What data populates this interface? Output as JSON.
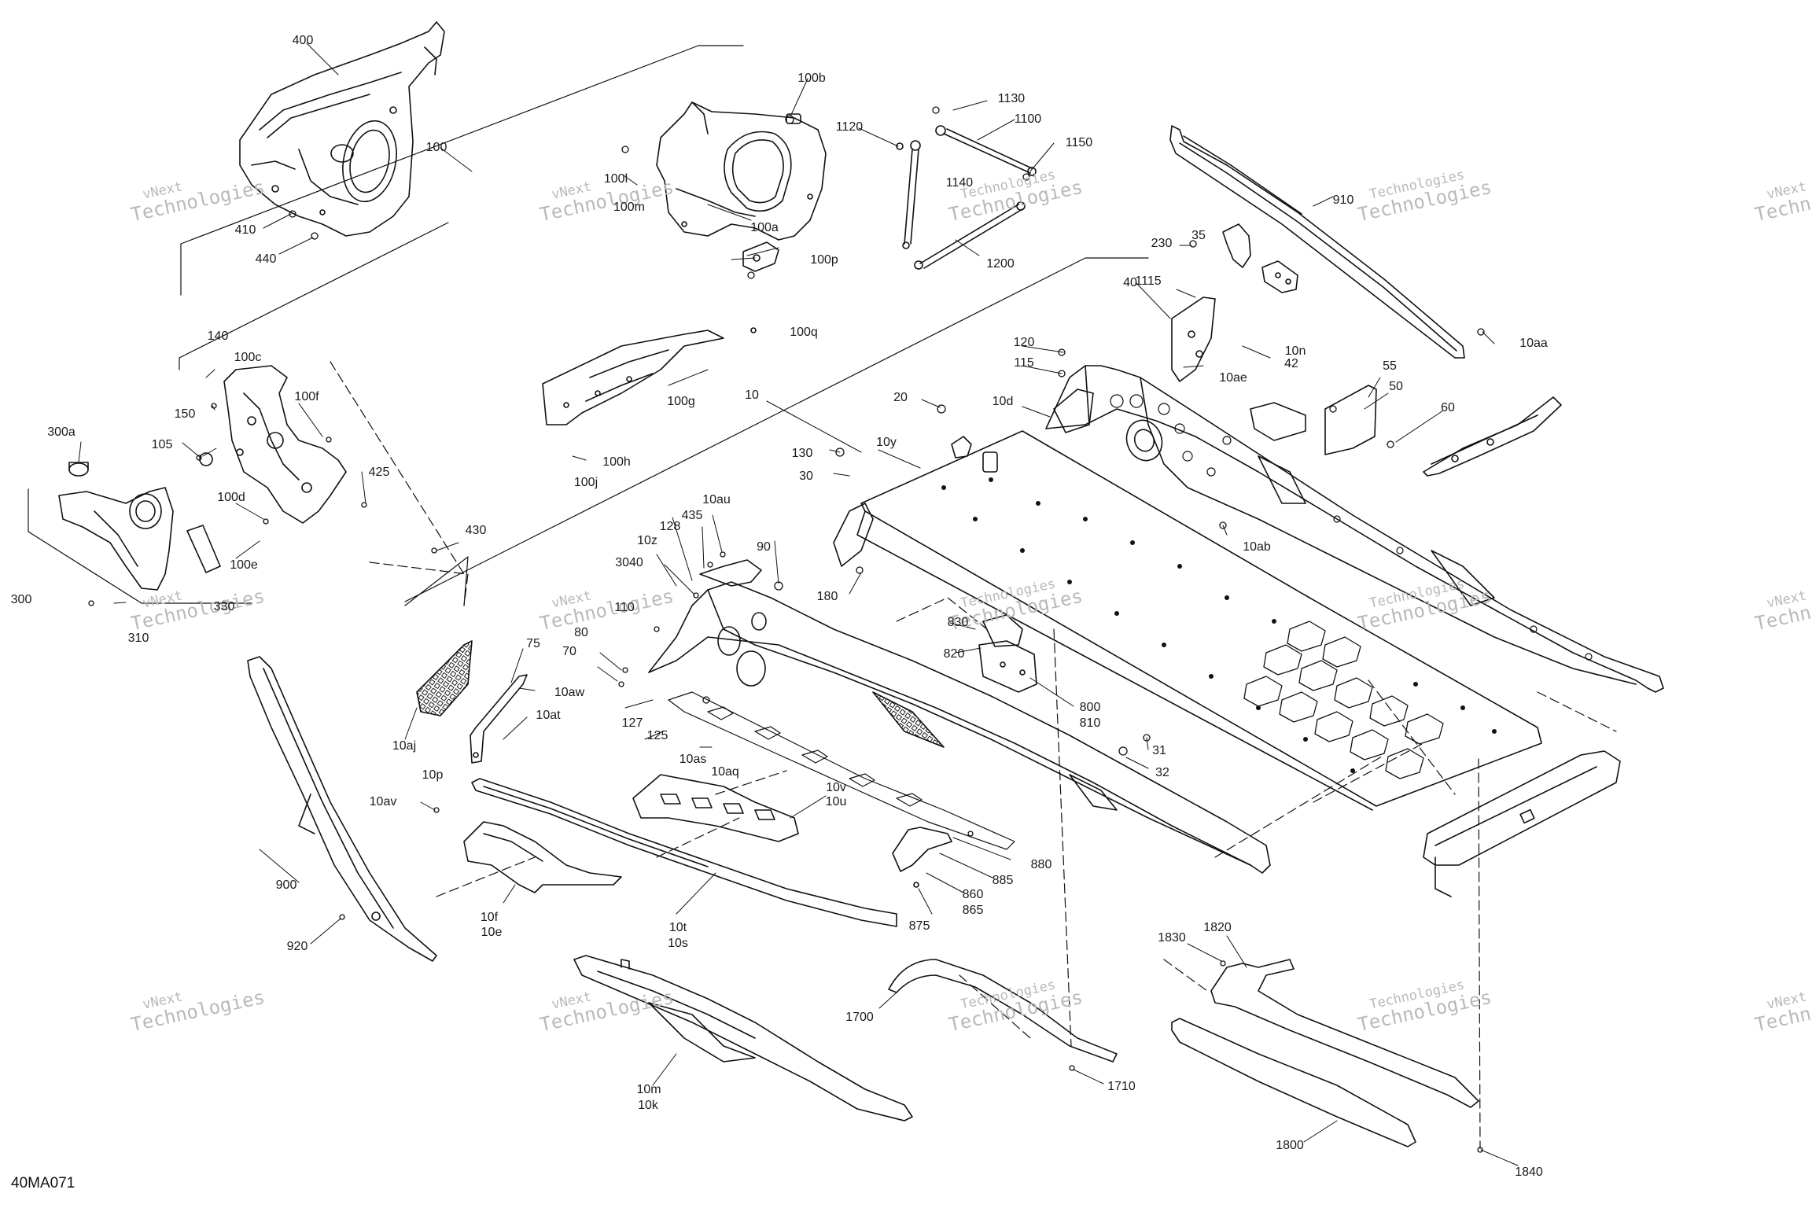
{
  "diagram_code": "40MA071",
  "watermark": {
    "line1": "vNext",
    "line1b": "Technologies",
    "line2": "Technologies"
  },
  "labels": [
    {
      "id": "400",
      "text": "400"
    },
    {
      "id": "100",
      "text": "100"
    },
    {
      "id": "410",
      "text": "410"
    },
    {
      "id": "440",
      "text": "440"
    },
    {
      "id": "100b",
      "text": "100b"
    },
    {
      "id": "100l",
      "text": "100l"
    },
    {
      "id": "100m",
      "text": "100m"
    },
    {
      "id": "100a",
      "text": "100a"
    },
    {
      "id": "100p",
      "text": "100p"
    },
    {
      "id": "100q",
      "text": "100q"
    },
    {
      "id": "1130",
      "text": "1130"
    },
    {
      "id": "1100",
      "text": "1100"
    },
    {
      "id": "1120",
      "text": "1120"
    },
    {
      "id": "1150",
      "text": "1150"
    },
    {
      "id": "1140",
      "text": "1140"
    },
    {
      "id": "1200",
      "text": "1200"
    },
    {
      "id": "910",
      "text": "910"
    },
    {
      "id": "230",
      "text": "230"
    },
    {
      "id": "35",
      "text": "35"
    },
    {
      "id": "1115",
      "text": "1115"
    },
    {
      "id": "40",
      "text": "40"
    },
    {
      "id": "10n",
      "text": "10n"
    },
    {
      "id": "42",
      "text": "42"
    },
    {
      "id": "10ae",
      "text": "10ae"
    },
    {
      "id": "10aa",
      "text": "10aa"
    },
    {
      "id": "55",
      "text": "55"
    },
    {
      "id": "50",
      "text": "50"
    },
    {
      "id": "60",
      "text": "60"
    },
    {
      "id": "120",
      "text": "120"
    },
    {
      "id": "115",
      "text": "115"
    },
    {
      "id": "10d",
      "text": "10d"
    },
    {
      "id": "20",
      "text": "20"
    },
    {
      "id": "10",
      "text": "10"
    },
    {
      "id": "100g",
      "text": "100g"
    },
    {
      "id": "100h",
      "text": "100h"
    },
    {
      "id": "100j",
      "text": "100j"
    },
    {
      "id": "140",
      "text": "140"
    },
    {
      "id": "100c",
      "text": "100c"
    },
    {
      "id": "150",
      "text": "150"
    },
    {
      "id": "100f",
      "text": "100f"
    },
    {
      "id": "105",
      "text": "105"
    },
    {
      "id": "100d",
      "text": "100d"
    },
    {
      "id": "425",
      "text": "425"
    },
    {
      "id": "300a",
      "text": "300a"
    },
    {
      "id": "430",
      "text": "430"
    },
    {
      "id": "100e",
      "text": "100e"
    },
    {
      "id": "300",
      "text": "300"
    },
    {
      "id": "330",
      "text": "330"
    },
    {
      "id": "310",
      "text": "310"
    },
    {
      "id": "130",
      "text": "130"
    },
    {
      "id": "10y",
      "text": "10y"
    },
    {
      "id": "30",
      "text": "30"
    },
    {
      "id": "10ab",
      "text": "10ab"
    },
    {
      "id": "10au",
      "text": "10au"
    },
    {
      "id": "435",
      "text": "435"
    },
    {
      "id": "128",
      "text": "128"
    },
    {
      "id": "10z",
      "text": "10z"
    },
    {
      "id": "90",
      "text": "90"
    },
    {
      "id": "3040",
      "text": "3040"
    },
    {
      "id": "110",
      "text": "110"
    },
    {
      "id": "180",
      "text": "180"
    },
    {
      "id": "830",
      "text": "830"
    },
    {
      "id": "820",
      "text": "820"
    },
    {
      "id": "800",
      "text": "800"
    },
    {
      "id": "810",
      "text": "810"
    },
    {
      "id": "75",
      "text": "75"
    },
    {
      "id": "80",
      "text": "80"
    },
    {
      "id": "70",
      "text": "70"
    },
    {
      "id": "10aw",
      "text": "10aw"
    },
    {
      "id": "127",
      "text": "127"
    },
    {
      "id": "125",
      "text": "125"
    },
    {
      "id": "10at",
      "text": "10at"
    },
    {
      "id": "10aj",
      "text": "10aj"
    },
    {
      "id": "10p",
      "text": "10p"
    },
    {
      "id": "10as",
      "text": "10as"
    },
    {
      "id": "10aq",
      "text": "10aq"
    },
    {
      "id": "31",
      "text": "31"
    },
    {
      "id": "32",
      "text": "32"
    },
    {
      "id": "10av",
      "text": "10av"
    },
    {
      "id": "10v",
      "text": "10v"
    },
    {
      "id": "10u",
      "text": "10u"
    },
    {
      "id": "900",
      "text": "900"
    },
    {
      "id": "880",
      "text": "880"
    },
    {
      "id": "885",
      "text": "885"
    },
    {
      "id": "860",
      "text": "860"
    },
    {
      "id": "865",
      "text": "865"
    },
    {
      "id": "875",
      "text": "875"
    },
    {
      "id": "10f",
      "text": "10f"
    },
    {
      "id": "10e",
      "text": "10e"
    },
    {
      "id": "10t",
      "text": "10t"
    },
    {
      "id": "10s",
      "text": "10s"
    },
    {
      "id": "920",
      "text": "920"
    },
    {
      "id": "1830",
      "text": "1830"
    },
    {
      "id": "1820",
      "text": "1820"
    },
    {
      "id": "1700",
      "text": "1700"
    },
    {
      "id": "1710",
      "text": "1710"
    },
    {
      "id": "10m",
      "text": "10m"
    },
    {
      "id": "10k",
      "text": "10k"
    },
    {
      "id": "1800",
      "text": "1800"
    },
    {
      "id": "1840",
      "text": "1840"
    }
  ]
}
